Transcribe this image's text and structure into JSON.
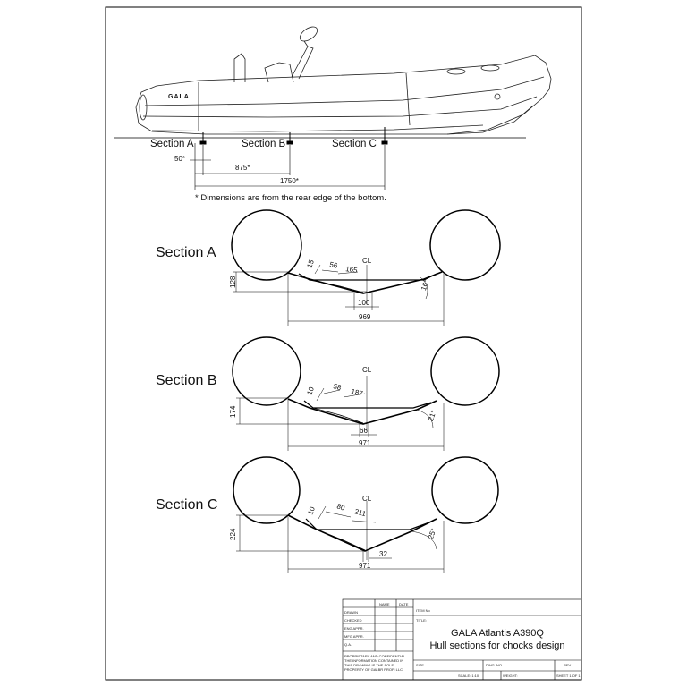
{
  "side_view": {
    "brand_text": "GALA",
    "stations": [
      {
        "label": "Section A"
      },
      {
        "label": "Section B"
      },
      {
        "label": "Section C"
      }
    ],
    "dims": [
      {
        "value": "50*"
      },
      {
        "value": "875*"
      },
      {
        "value": "1750*"
      }
    ],
    "note": "* Dimensions are from the rear edge of the bottom."
  },
  "sections": [
    {
      "title": "Section A",
      "depth": "128",
      "thickness": "15",
      "strip": "56",
      "half_width": "165",
      "center_flat": "100",
      "angle": "16°",
      "total_width": "969",
      "cl": "CL"
    },
    {
      "title": "Section B",
      "depth": "174",
      "thickness": "10",
      "strip": "58",
      "half_width": "187",
      "center_flat": "66",
      "angle": "21°",
      "total_width": "971",
      "cl": "CL"
    },
    {
      "title": "Section C",
      "depth": "224",
      "thickness": "10",
      "strip": "80",
      "half_width": "211",
      "center_flat": "32",
      "angle": "25°",
      "total_width": "971",
      "cl": "CL"
    }
  ],
  "title_block": {
    "col_headers": [
      "NAME",
      "DATE"
    ],
    "rows": [
      "DRAWN",
      "CHECKED",
      "ENG APPR.",
      "MFG APPR.",
      "Q.A."
    ],
    "item_no": "ITEM No",
    "title_label": "TITLE:",
    "title_line1": "GALA Atlantis A390Q",
    "title_line2": "Hull sections for chocks design",
    "proprietary": [
      "PROPRIETARY AND CONFIDENTIAL",
      "THE INFORMATION CONTAINED IN",
      "THIS DRAWING IS THE SOLE",
      "PROPERTY OF GALBR PROFI LLC"
    ],
    "size_label": "SIZE",
    "dwg_label": "DWG. NO.",
    "rev_label": "REV",
    "scale": "SCALE: 1:10",
    "weight": "WEIGHT:",
    "sheet": "SHEET 1 OF 1"
  }
}
